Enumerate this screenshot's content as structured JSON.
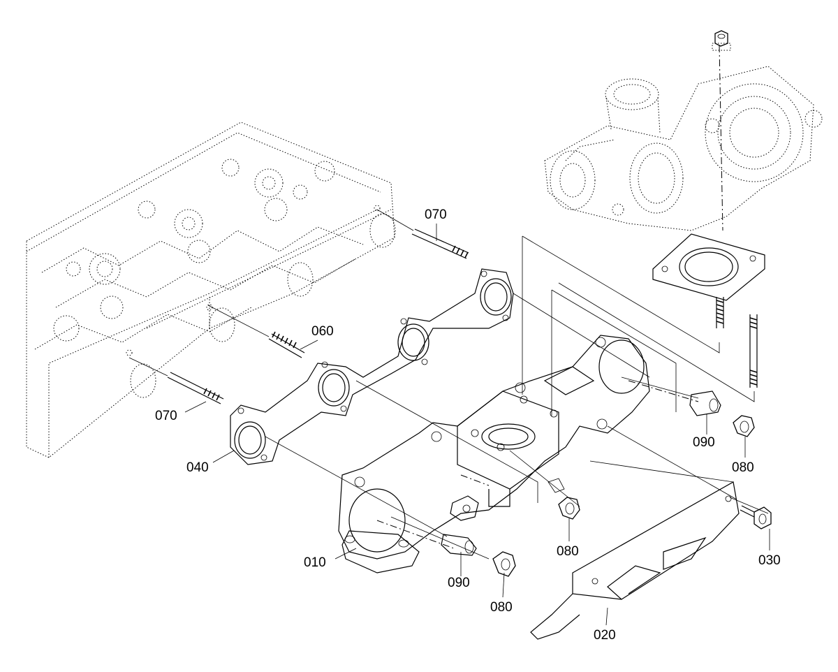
{
  "diagram": {
    "part_labels": {
      "p010": "010",
      "p020": "020",
      "p030": "030",
      "p040": "040",
      "p060": "060",
      "p070_top": "070",
      "p070_left": "070",
      "p080_a": "080",
      "p080_b": "080",
      "p080_c": "080",
      "p090_a": "090",
      "p090_b": "090"
    }
  }
}
